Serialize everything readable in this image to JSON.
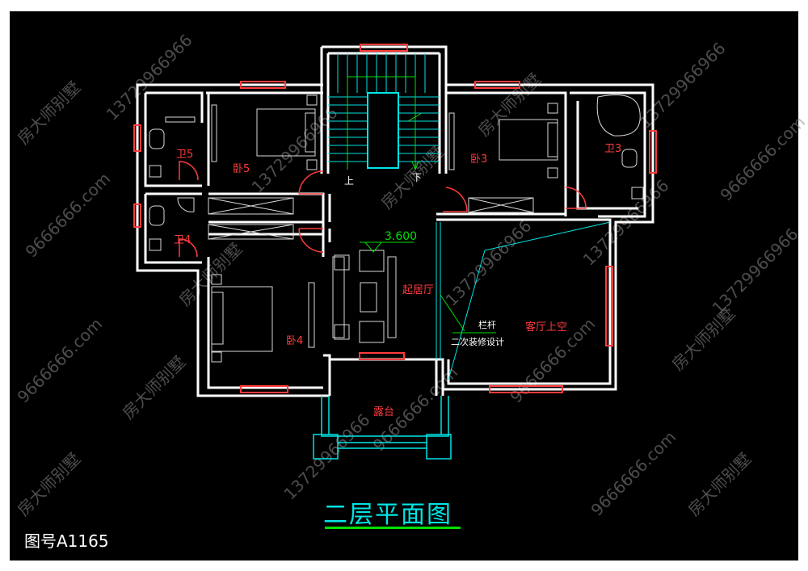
{
  "rooms": {
    "bedroom5": "卧5",
    "bedroom3": "卧3",
    "bedroom4": "卧4",
    "bath5": "卫5",
    "bath4": "卫4",
    "bath3": "卫3",
    "living": "起居厅",
    "void": "客厅上空",
    "terrace": "露台"
  },
  "stairs": {
    "up": "上",
    "down": "下"
  },
  "elevation": "3.600",
  "note": {
    "line1": "栏杆",
    "line2": "二次装修设计"
  },
  "watermark": {
    "name": "房大师别墅",
    "phone": "13729966966",
    "site": "9666666.com"
  },
  "title": "二层平面图",
  "drawing_number": "图号A1165",
  "colors": {
    "wall": "#ffffff",
    "window": "#ff3b3b",
    "stair": "#00e5e5",
    "dim": "#00e000",
    "furniture": "#d8d8d8"
  }
}
